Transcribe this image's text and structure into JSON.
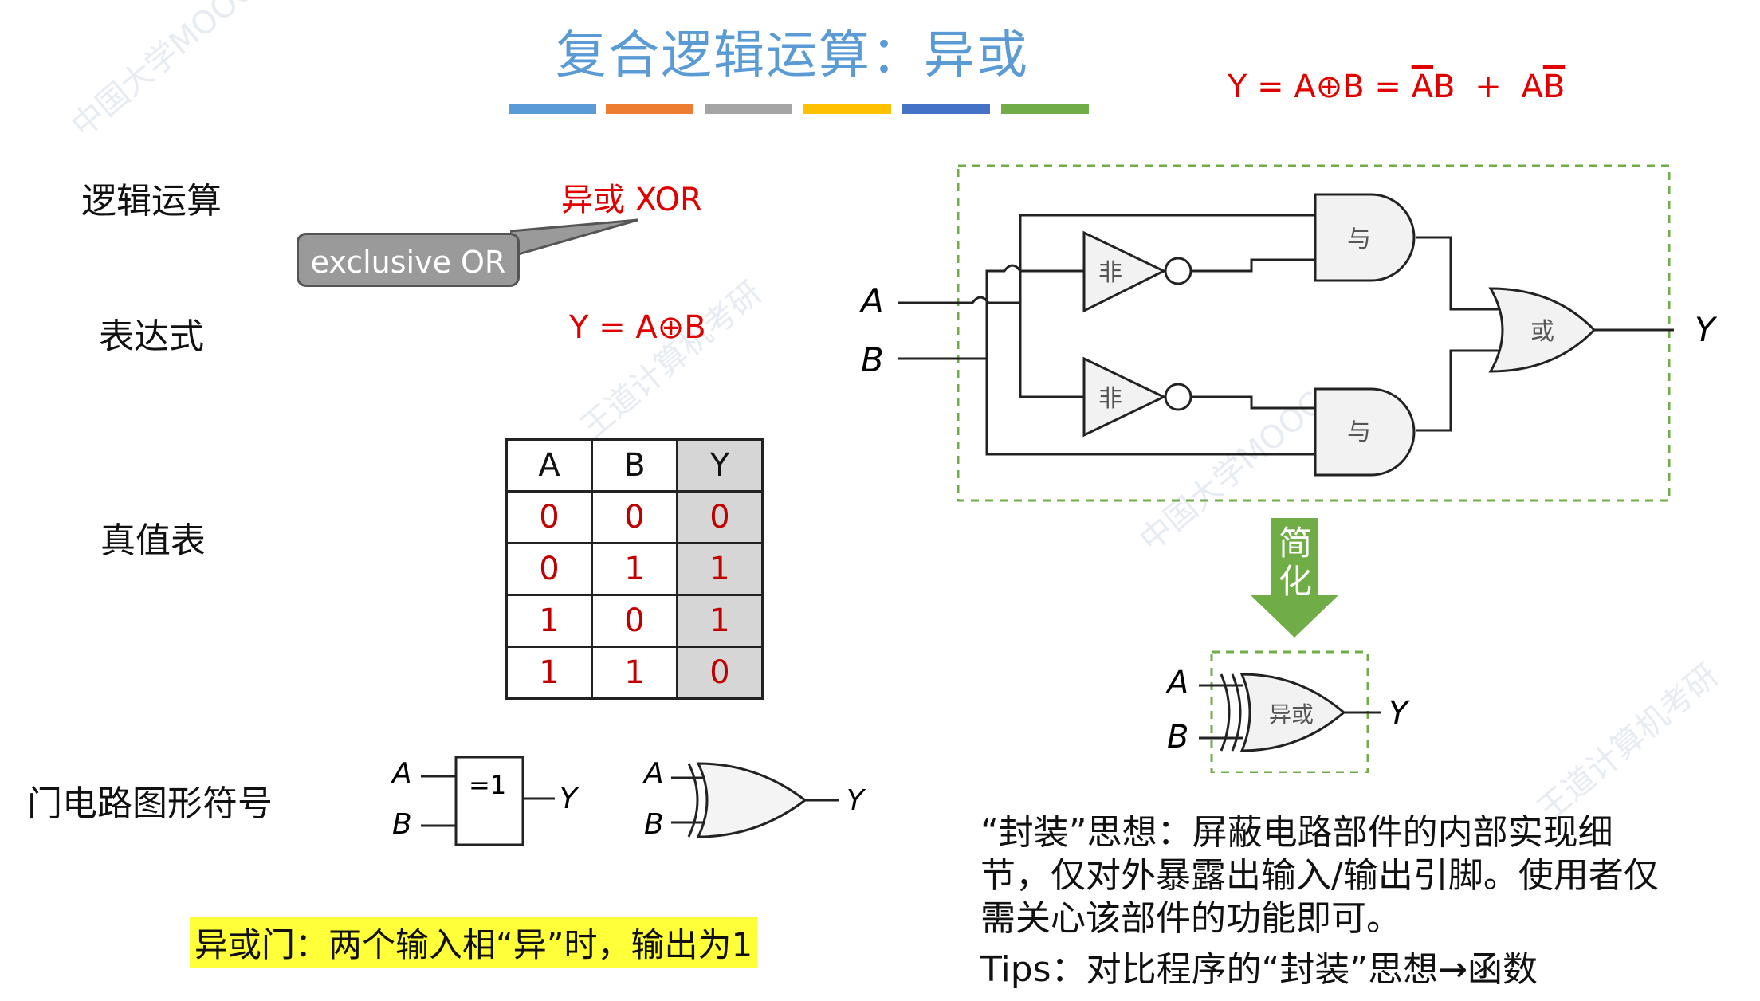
{
  "title": "复合逻辑运算：异或",
  "colors": [
    "#5b9bd5",
    "#ed7d31",
    "#a5a5a5",
    "#ffc000",
    "#4472c4",
    "#70ad47"
  ],
  "formula_top": {
    "prefix": "Y = A",
    "xor": "⊕",
    "mid": "B = ",
    "t1a": "A",
    "t1b": "B",
    "plus": "+",
    "t2a": "A",
    "t2b": "B"
  },
  "rows": {
    "logic_label": "逻辑运算",
    "xor_name": "异或 XOR",
    "callout": "exclusive OR",
    "expr_label": "表达式",
    "expr": "Y = A⊕B",
    "truth_label": "真值表",
    "gate_label": "门电路图形符号"
  },
  "truth_table": {
    "headers": [
      "A",
      "B",
      "Y"
    ],
    "rows": [
      [
        "0",
        "0",
        "0"
      ],
      [
        "0",
        "1",
        "1"
      ],
      [
        "1",
        "0",
        "1"
      ],
      [
        "1",
        "1",
        "0"
      ]
    ]
  },
  "gate_symbols": {
    "A": "A",
    "B": "B",
    "Y": "Y",
    "box_text": "=1"
  },
  "circuit": {
    "A": "A",
    "B": "B",
    "Y": "Y",
    "and": "与",
    "not": "非",
    "or": "或"
  },
  "simplify": "简化",
  "simplify_chars": [
    "简",
    "化"
  ],
  "xor_block": {
    "A": "A",
    "B": "B",
    "Y": "Y",
    "gate": "异或"
  },
  "highlight": "异或门：两个输入相“异”时，输出为1",
  "description": "“封装”思想：屏蔽电路部件的内部实现细节，仅对外暴露出输入/输出引脚。使用者仅需关心该部件的功能即可。",
  "tips": "Tips：对比程序的“封装”思想→函数"
}
